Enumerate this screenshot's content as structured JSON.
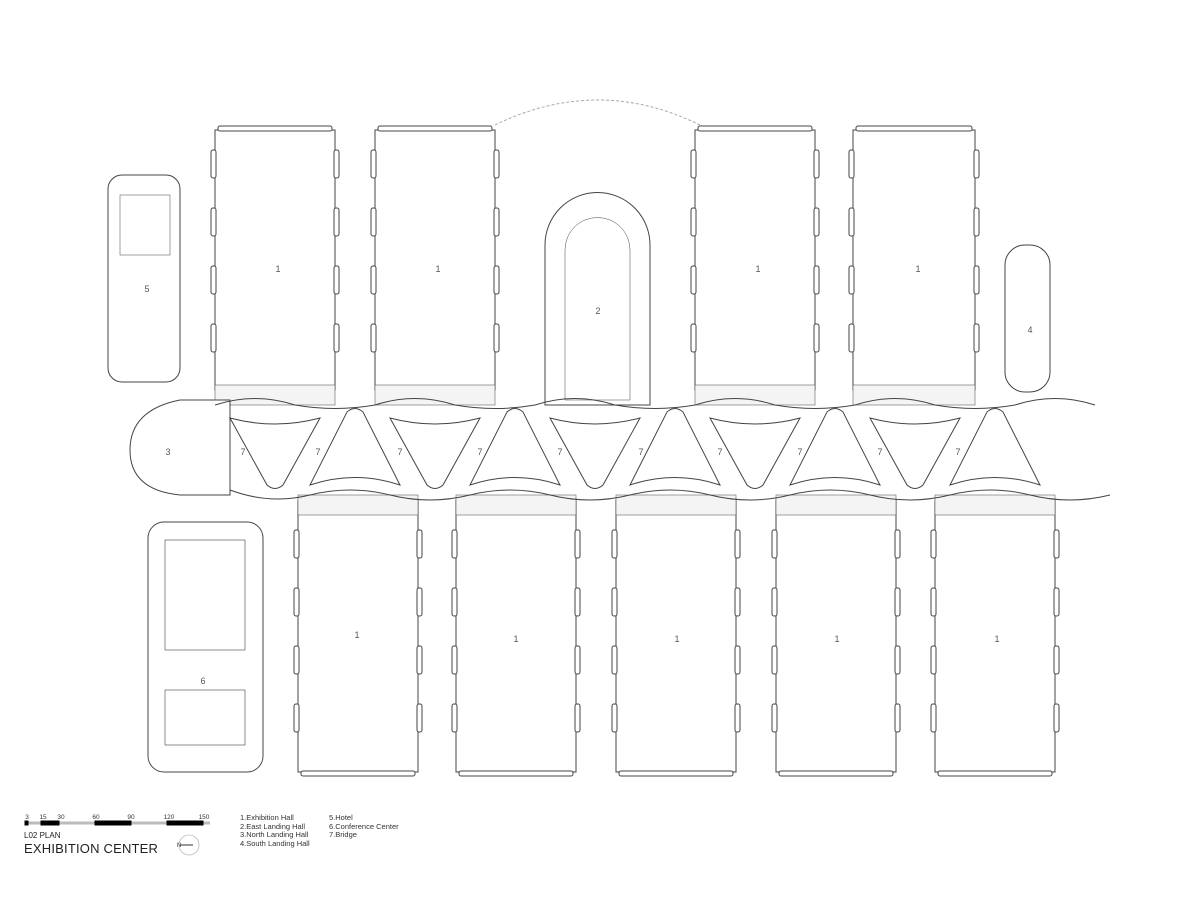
{
  "drawing": {
    "plan_name": "L02 PLAN",
    "title": "EXHIBITION CENTER",
    "scale_bar": {
      "ticks": [
        "3",
        "15",
        "30",
        "60",
        "90",
        "120",
        "150"
      ]
    },
    "north_arrow_label": "N",
    "labels": {
      "exhibition_hall": "1",
      "east_landing_hall": "2",
      "north_landing_hall": "3",
      "south_landing_hall": "4",
      "hotel": "5",
      "conference_center": "6",
      "bridge": "7"
    },
    "legend_col1": [
      "1.Exhibition Hall",
      "2.East Landing Hall",
      "3.North Landing Hall",
      "4.South Landing Hall"
    ],
    "legend_col2": [
      "5.Hotel",
      "6.Conference Center",
      "7.Bridge"
    ],
    "line_color": "#333333"
  }
}
